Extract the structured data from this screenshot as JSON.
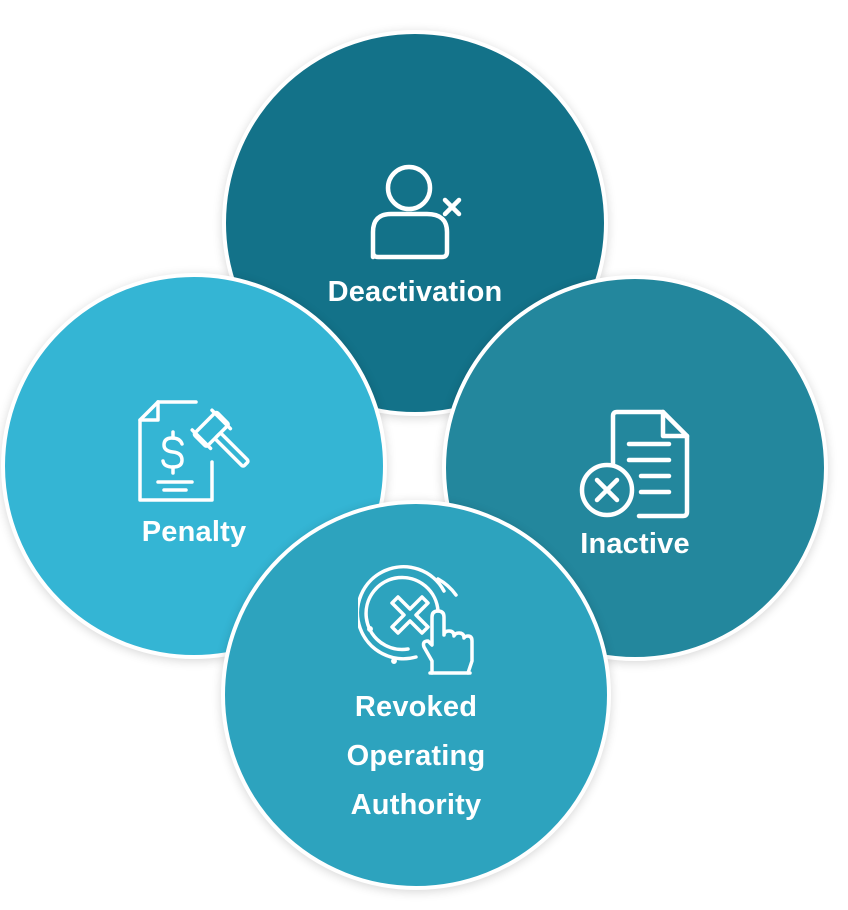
{
  "diagram": {
    "items": [
      {
        "label": "Deactivation",
        "icon": "user-x-icon",
        "color": "#137289"
      },
      {
        "label": "Penalty",
        "icon": "penalty-document-gavel-icon",
        "color": "#34b5d4"
      },
      {
        "label": "Inactive",
        "icon": "document-cancel-icon",
        "color": "#23879d"
      },
      {
        "label": "Revoked\nOperating\nAuthority",
        "icon": "cancel-button-hand-icon",
        "color": "#2da3be"
      }
    ]
  }
}
